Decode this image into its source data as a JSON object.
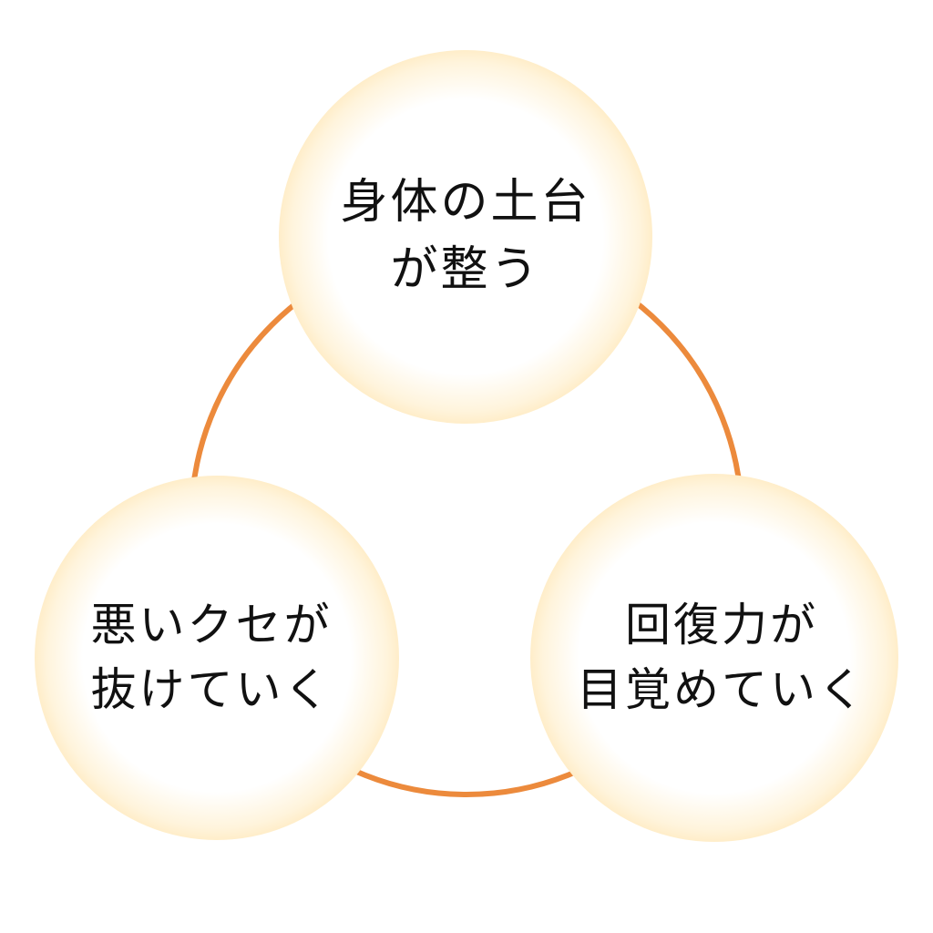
{
  "diagram": {
    "type": "cycle",
    "colors": {
      "ring": "#ec8a3c",
      "node_rim": "#f2a53a",
      "node_center": "#ffffff",
      "text": "#111111"
    },
    "nodes": [
      {
        "id": "top",
        "lines": [
          "身体の土台",
          "が整う"
        ]
      },
      {
        "id": "left",
        "lines": [
          "悪いクセが",
          "抜けていく"
        ]
      },
      {
        "id": "right",
        "lines": [
          "回復力が",
          "目覚めていく"
        ]
      }
    ]
  }
}
